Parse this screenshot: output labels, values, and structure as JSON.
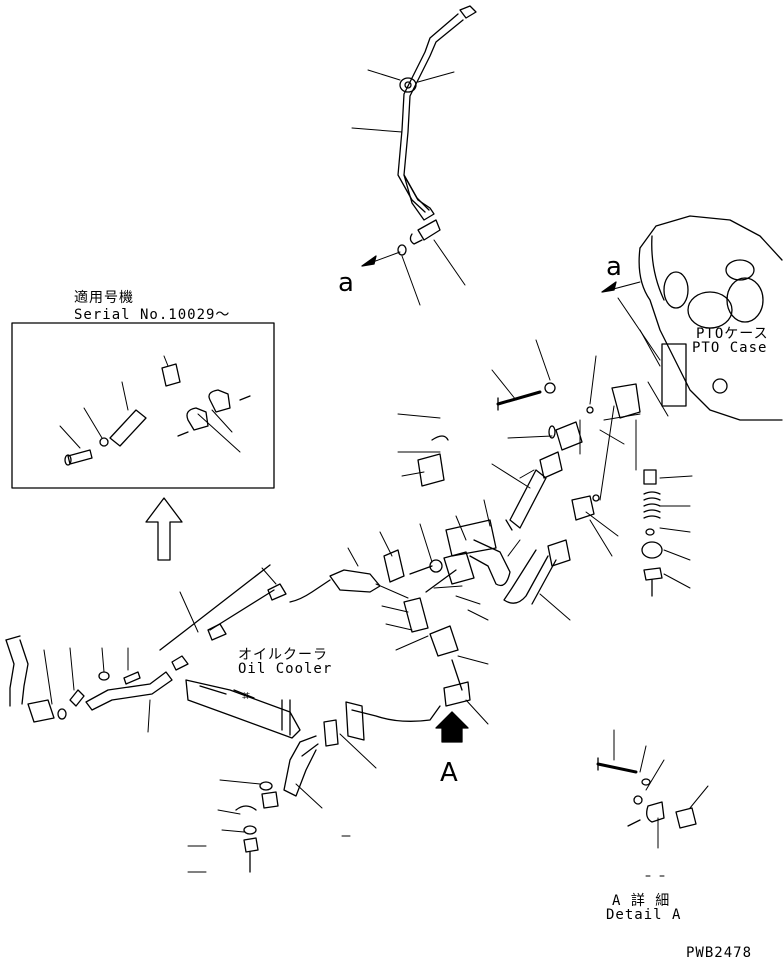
{
  "applicable_models": {
    "title_jp": "適用号機",
    "serial_line": "Serial No.10029〜"
  },
  "pto_case": {
    "label_jp": "PTOケース",
    "label_en": "PTO Case"
  },
  "oil_cooler": {
    "label_jp": "オイルクーラ",
    "label_en": "Oil Cooler"
  },
  "view_marks": {
    "view_a_upper": "a",
    "view_a_lower": "a",
    "view_A": "A"
  },
  "detail": {
    "label_jp": "A 詳 細",
    "label_en": "Detail A"
  },
  "drawing_no": "PWB2478"
}
